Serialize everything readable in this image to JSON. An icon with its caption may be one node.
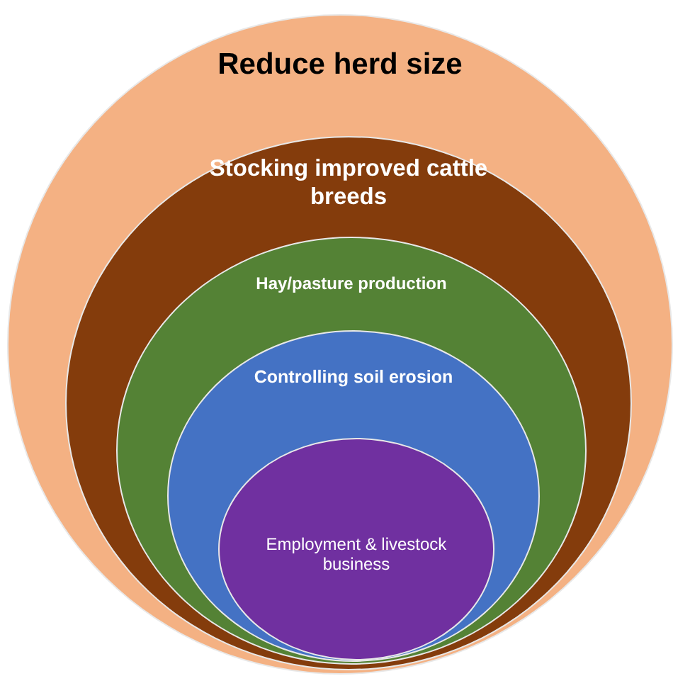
{
  "diagram": {
    "nodes": [
      {
        "text": [
          "Reduce herd size"
        ]
      },
      {
        "text": [
          "Stocking improved cattle breeds"
        ],
        "in": 0
      },
      {
        "text": [
          "Hay/pasture production"
        ],
        "in": 1
      },
      {
        "text": [
          "Controlling soil erosion"
        ],
        "in": 2
      },
      {
        "text": [
          "Employment & livestock business"
        ],
        "in": 3
      }
    ]
  }
}
